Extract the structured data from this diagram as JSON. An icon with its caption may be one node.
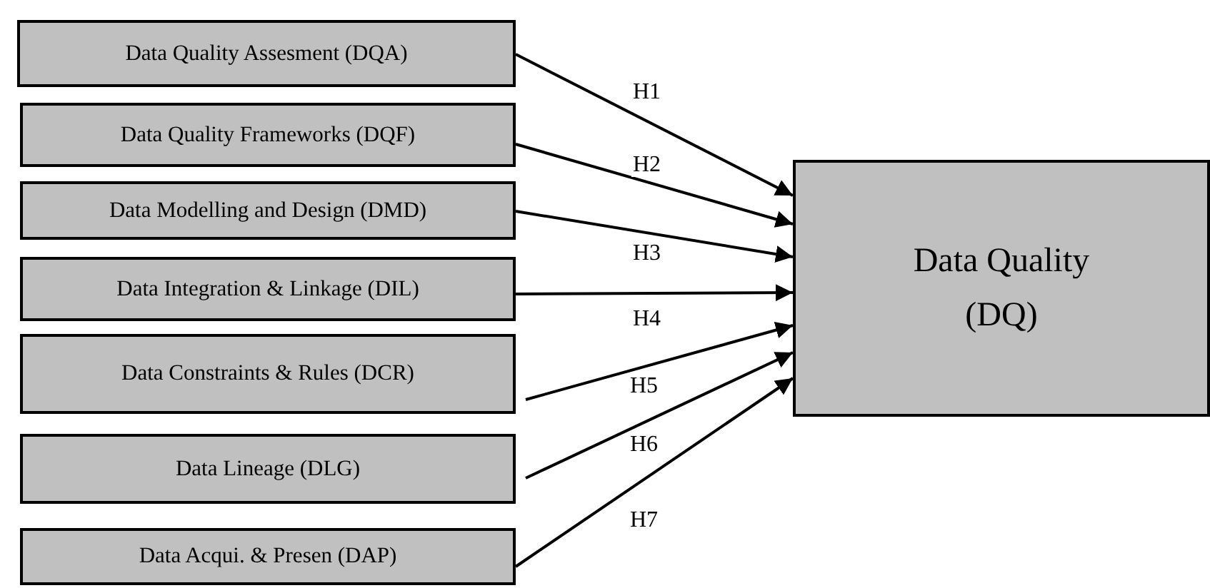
{
  "diagram": {
    "nodes": [
      {
        "text": [
          "Data Quality Assesment (DQA)"
        ]
      },
      {
        "text": [
          "Data Quality Frameworks (DQF)"
        ]
      },
      {
        "text": [
          "Data Modelling and Design (DMD)"
        ]
      },
      {
        "text": [
          "Data Integration & Linkage (DIL)"
        ]
      },
      {
        "text": [
          "Data Constraints & Rules (DCR)"
        ]
      },
      {
        "text": [
          "Data Lineage (DLG)"
        ]
      },
      {
        "text": [
          "Data Acqui. & Presen (DAP)"
        ]
      },
      {
        "text": [
          "Data Quality (DQ)"
        ]
      }
    ],
    "edges": [
      {
        "from": 0,
        "to": 7,
        "arrow": "to",
        "label": "H1"
      },
      {
        "from": 1,
        "to": 7,
        "arrow": "to",
        "label": "H2"
      },
      {
        "from": 2,
        "to": 7,
        "arrow": "to",
        "label": "H3"
      },
      {
        "from": 3,
        "to": 7,
        "arrow": "to",
        "label": "H4"
      },
      {
        "from": 4,
        "to": 7,
        "arrow": "to",
        "label": "H5"
      },
      {
        "from": 5,
        "to": 7,
        "arrow": "to",
        "label": "H6"
      },
      {
        "from": 6,
        "to": 7,
        "arrow": "to",
        "label": "H7"
      }
    ]
  }
}
